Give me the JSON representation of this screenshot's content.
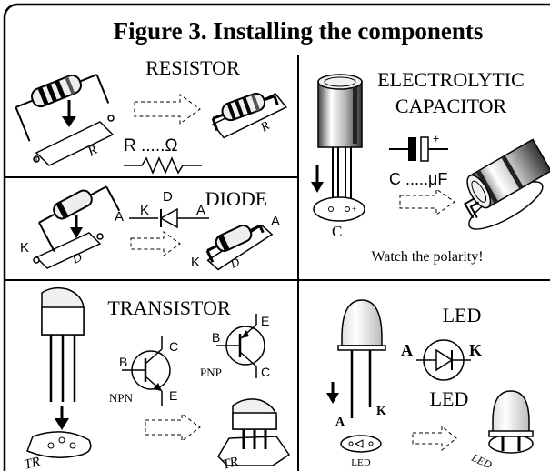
{
  "title": "Figure 3. Installing the components",
  "resistor": {
    "heading": "RESISTOR",
    "pcb_mark": "R",
    "value_label": "R .....Ω",
    "mounted_mark": "R"
  },
  "capacitor": {
    "heading_line1": "ELECTROLYTIC",
    "heading_line2": "CAPACITOR",
    "pcb_mark": "C",
    "plus_sign": "+",
    "value_label": "C .....μF",
    "note": "Watch the polarity!"
  },
  "diode": {
    "heading": "DIODE",
    "lead_a": "A",
    "lead_k": "K",
    "pcb_mark": "D",
    "symbol_k": "K",
    "symbol_d": "D",
    "symbol_a": "A",
    "mounted_k": "K",
    "mounted_a": "A",
    "mounted_mark": "D"
  },
  "transistor": {
    "heading": "TRANSISTOR",
    "npn_label": "NPN",
    "pnp_label": "PNP",
    "npn_b": "B",
    "npn_c": "C",
    "npn_e": "E",
    "pnp_b": "B",
    "pnp_c": "C",
    "pnp_e": "E",
    "pcb_mark": "TR",
    "mounted_mark": "TR"
  },
  "led": {
    "heading": "LED",
    "heading2": "LED",
    "lead_a": "A",
    "lead_k": "K",
    "symbol_a": "A",
    "symbol_k": "K",
    "pcb_mark": "LED",
    "mounted_mark": "LED"
  }
}
